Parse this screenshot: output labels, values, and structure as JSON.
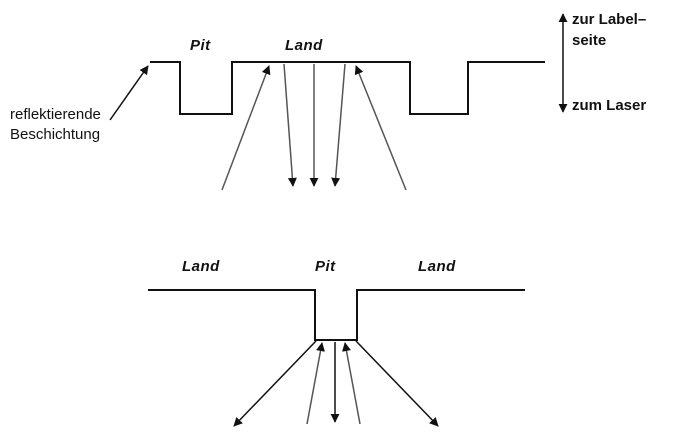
{
  "top": {
    "labels": {
      "pit": "Pit",
      "land": "Land"
    },
    "coating_label_line1": "reflektierende",
    "coating_label_line2": "Beschichtung"
  },
  "direction": {
    "up_line1": "zur Label–",
    "up_line2": "seite",
    "down": "zum Laser"
  },
  "bottom": {
    "labels": {
      "land_left": "Land",
      "pit": "Pit",
      "land_right": "Land"
    }
  },
  "colors": {
    "line": "#111111",
    "ray": "#555555"
  }
}
